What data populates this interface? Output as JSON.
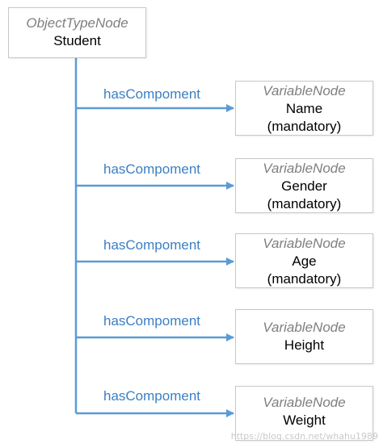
{
  "root": {
    "type": "ObjectTypeNode",
    "name": "Student"
  },
  "edge_label": "hasCompoment",
  "edges": [
    {
      "label": "hasCompoment"
    },
    {
      "label": "hasCompoment"
    },
    {
      "label": "hasCompoment"
    },
    {
      "label": "hasCompoment"
    },
    {
      "label": "hasCompoment"
    }
  ],
  "variables": [
    {
      "type": "VariableNode",
      "name": "Name",
      "modifier": "(mandatory)"
    },
    {
      "type": "VariableNode",
      "name": "Gender",
      "modifier": "(mandatory)"
    },
    {
      "type": "VariableNode",
      "name": "Age",
      "modifier": "(mandatory)"
    },
    {
      "type": "VariableNode",
      "name": "Height",
      "modifier": ""
    },
    {
      "type": "VariableNode",
      "name": "Weight",
      "modifier": ""
    }
  ],
  "colors": {
    "connector": "#5b9bd5",
    "label": "#3b7fc4",
    "border": "#c8c8c8"
  },
  "watermark": "https://blog.csdn.net/whahu1989"
}
